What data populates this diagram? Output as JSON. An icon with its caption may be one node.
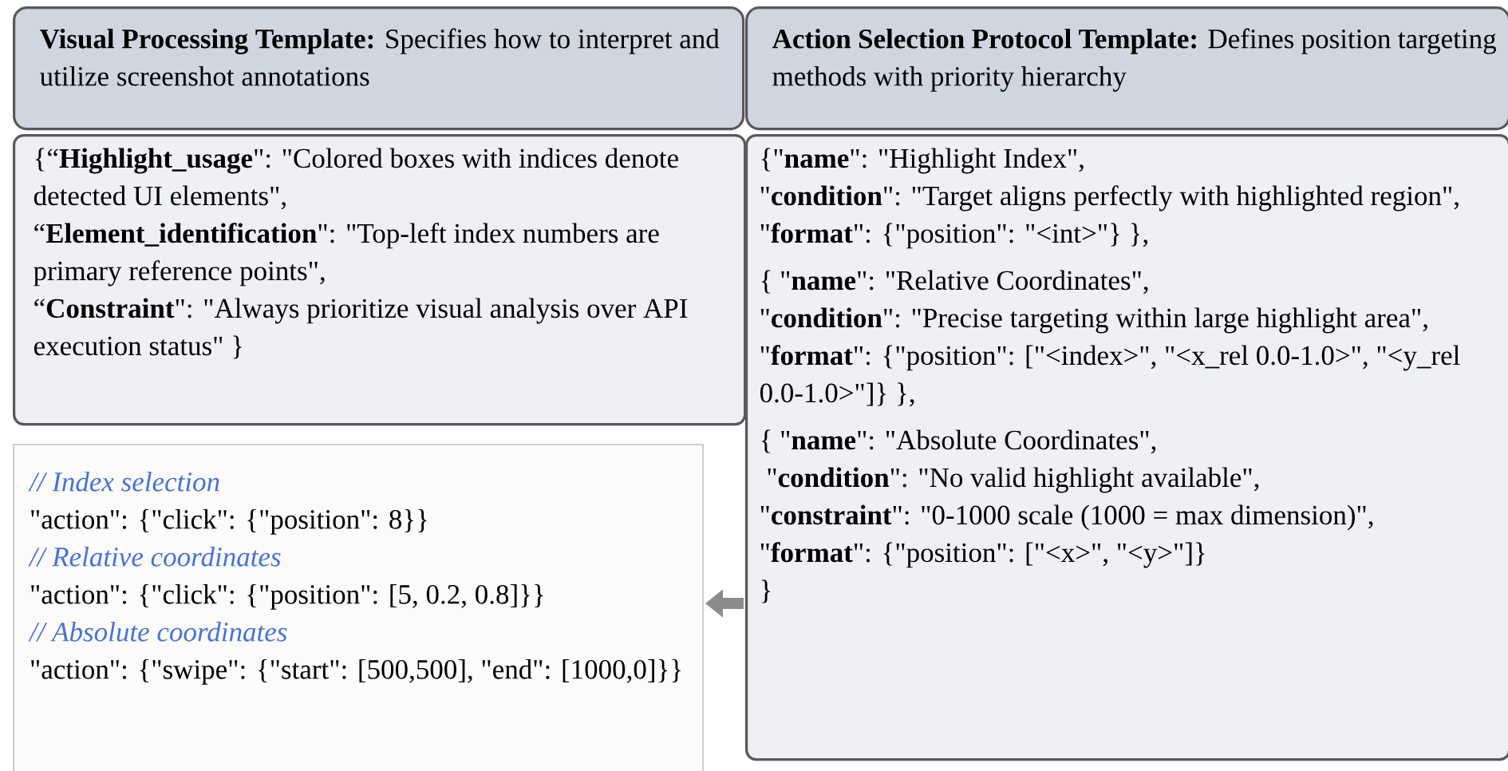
{
  "diagram": {
    "nodes": [
      {
        "text": [
          "**Visual Processing Template:** Specifies how to interpret and utilize screenshot annotations"
        ]
      },
      {
        "text": [
          "{“**Highlight_usage**\": \"Colored boxes with indices denote detected UI elements\",",
          "“**Element_identification**\": \"Top-left index numbers are primary reference points\",",
          "“**Constraint**\": \"Always prioritize visual analysis over API execution status\" }"
        ]
      },
      {
        "text": [
          "**Action Selection Protocol Template:** Defines position targeting methods with priority hierarchy"
        ]
      },
      {
        "text": [
          "{\"**name**\": \"Highlight Index\",",
          "\"**condition**\": \"Target aligns perfectly with highlighted region\",",
          "\"**format**\": {\"position\": \"<int>\"} },",
          "{ \"**name**\": \"Relative Coordinates\",",
          "\"**condition**\": \"Precise targeting within large highlight area\",",
          "\"**format**\": {\"position\": [\"<index>\", \"<x_rel 0.0-1.0>\", \"<y_rel 0.0-1.0>\"]} },",
          "{ \"**name**\": \"Absolute Coordinates\",",
          " \"**condition**\": \"No valid highlight available\",",
          "\"**constraint**\": \"0-1000 scale (1000 = max dimension)\",",
          "\"**format**\": {\"position\": [\"<x>\", \"<y>\"]}",
          "}"
        ]
      },
      {
        "text": [
          "// Index selection",
          "\"action\": {\"click\": {\"position\": 8}}",
          "// Relative coordinates",
          "\"action\": {\"click\": {\"position\": [5, 0.2, 0.8]}}",
          "// Absolute coordinates",
          "\"action\": {\"swipe\": {\"start\": [500,500], \"end\": [1000,0]}}"
        ]
      }
    ],
    "edges": [
      {
        "from": 3,
        "to": 4,
        "arrow": "to"
      }
    ]
  }
}
